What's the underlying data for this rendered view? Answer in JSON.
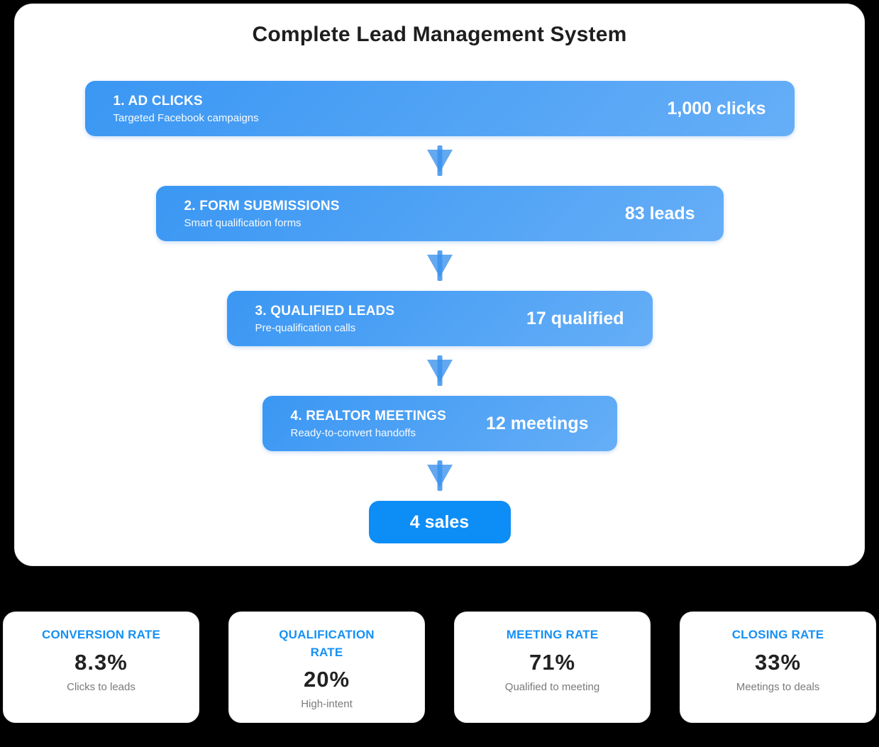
{
  "main_card": {
    "title": "Complete Lead Management System",
    "funnel": {
      "stages": [
        {
          "label": "1. AD CLICKS",
          "sublabel": "Targeted Facebook campaigns",
          "value": "1,000 clicks"
        },
        {
          "label": "2. FORM SUBMISSIONS",
          "sublabel": "Smart qualification forms",
          "value": "83 leads"
        },
        {
          "label": "3. QUALIFIED LEADS",
          "sublabel": "Pre-qualification calls",
          "value": "17 qualified"
        },
        {
          "label": "4. REALTOR MEETINGS",
          "sublabel": "Ready-to-convert handoffs",
          "value": "12 meetings"
        }
      ],
      "final_value": "4 sales",
      "arrow_icon": "down-arrow"
    }
  },
  "stats": [
    {
      "title": "CONVERSION RATE",
      "value": "8.3%",
      "caption": "Clicks to leads"
    },
    {
      "title": "QUALIFICATION RATE",
      "value": "20%",
      "caption": "High-intent"
    },
    {
      "title": "MEETING RATE",
      "value": "71%",
      "caption": "Qualified to meeting"
    },
    {
      "title": "CLOSING RATE",
      "value": "33%",
      "caption": "Meetings to deals"
    }
  ],
  "colors": {
    "bar_gradient_start": "#3a97f3",
    "bar_gradient_end": "#66aef7",
    "final_pill": "#0d8df6",
    "stat_title_blue": "#1590f5",
    "arrow_triangle": "#64a9f0",
    "arrow_stem": "#3a92ef",
    "page_background": "#000000"
  }
}
